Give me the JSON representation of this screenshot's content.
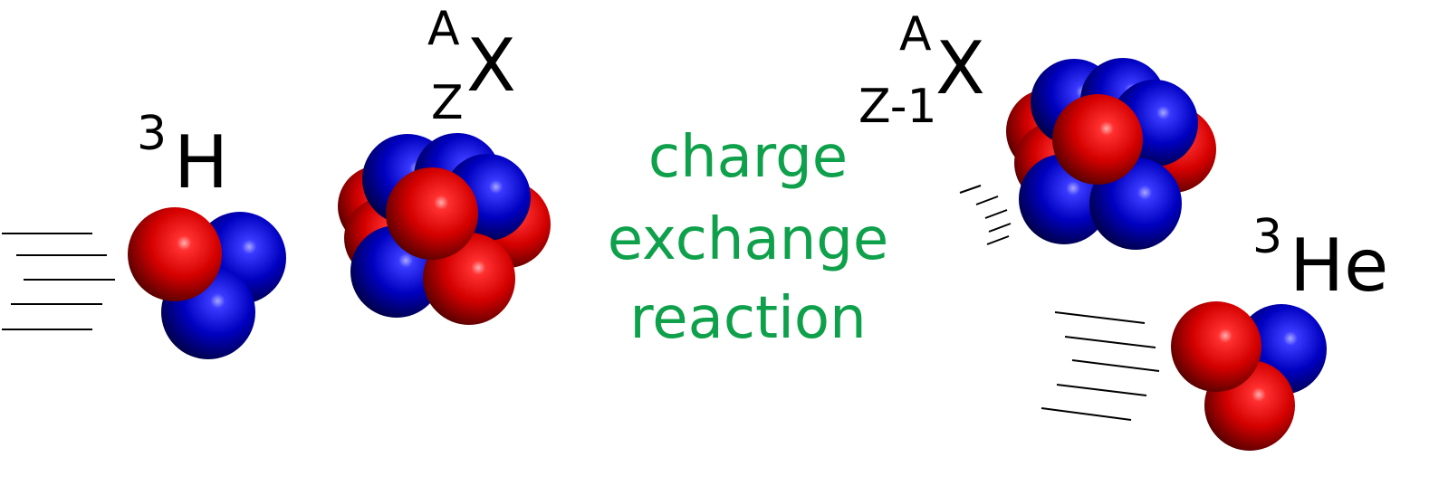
{
  "labels": {
    "tritium": {
      "mass": "3",
      "symbol": "H"
    },
    "target": {
      "mass": "A",
      "charge": "Z",
      "symbol": "X"
    },
    "product": {
      "mass": "A",
      "charge": "Z-1",
      "symbol": "X"
    },
    "helium3": {
      "mass": "3",
      "symbol": "He"
    }
  },
  "reaction": {
    "line1": "charge",
    "line2": "exchange",
    "line3": "reaction"
  },
  "colors": {
    "proton": "#cc0000",
    "neutron": "#0000b8",
    "text": "#000000",
    "reaction_text": "#0ea04a"
  }
}
